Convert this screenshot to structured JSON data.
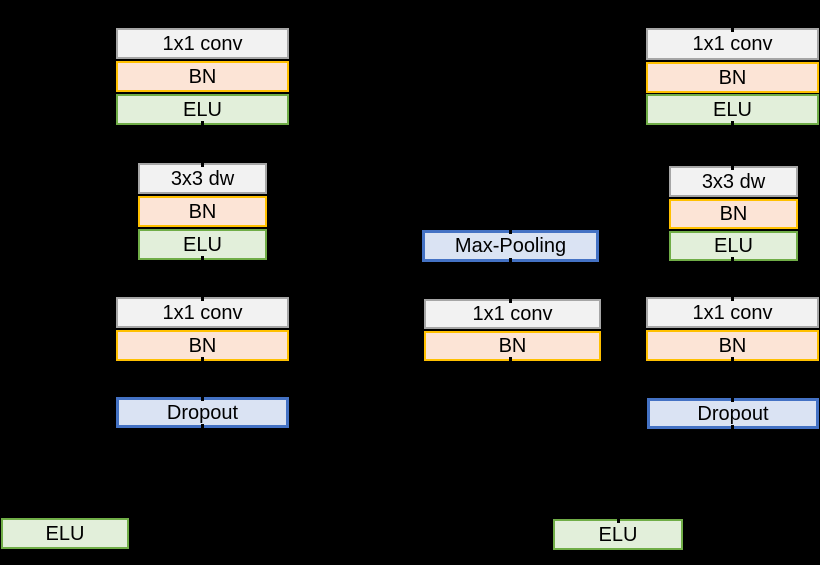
{
  "colors": {
    "background": "#000000",
    "text": "#000000",
    "connector": "#000000",
    "conv-fill": "#f2f2f2",
    "conv-border": "#a6a6a6",
    "bn-fill": "#fce4d6",
    "bn-border": "#ffc000",
    "elu-fill": "#e2efda",
    "elu-border": "#70ad47",
    "blue-fill": "#dae3f3",
    "blue-border": "#4472c4"
  },
  "nodes": {
    "left": {
      "conv1": "1x1 conv",
      "bn1": "BN",
      "elu1": "ELU",
      "dw": "3x3 dw",
      "bn2": "BN",
      "elu2": "ELU",
      "conv2": "1x1 conv",
      "bn3": "BN",
      "dropout": "Dropout",
      "elu_out": "ELU"
    },
    "middle": {
      "maxpool": "Max-Pooling",
      "conv": "1x1 conv",
      "bn": "BN",
      "elu_out": "ELU"
    },
    "right": {
      "conv1": "1x1 conv",
      "bn1": "BN",
      "elu1": "ELU",
      "dw": "3x3 dw",
      "bn2": "BN",
      "elu2": "ELU",
      "conv2": "1x1 conv",
      "bn3": "BN",
      "dropout": "Dropout"
    }
  }
}
